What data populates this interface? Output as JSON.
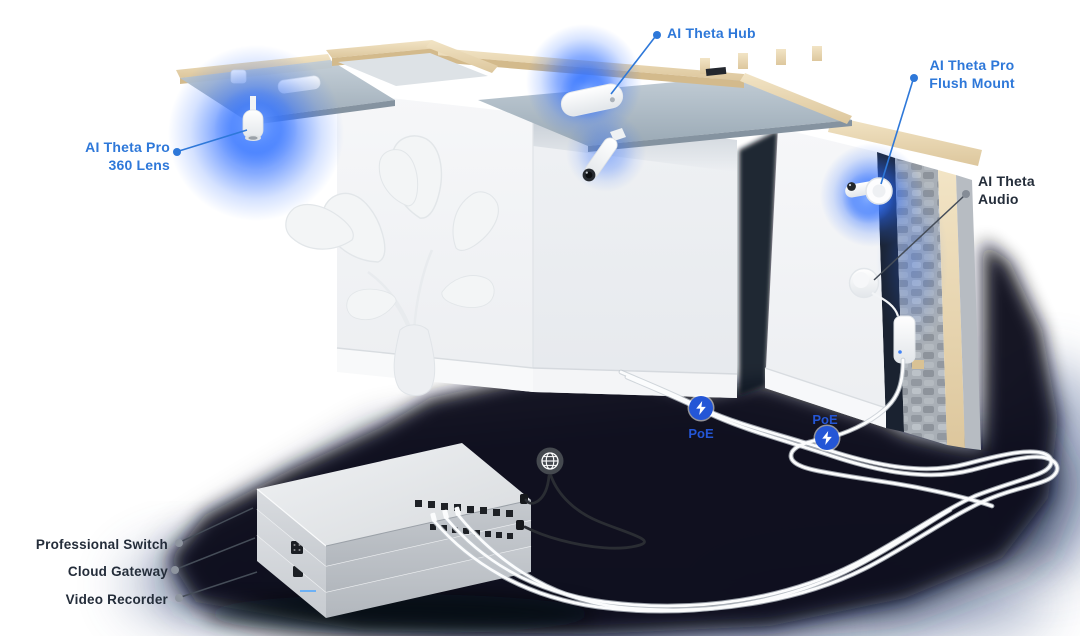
{
  "title": "AI Theta camera system installation diagram",
  "labels": {
    "hub": "AI Theta Hub",
    "flush": [
      "AI Theta Pro",
      "Flush Mount"
    ],
    "lens360": [
      "AI Theta Pro",
      "360 Lens"
    ],
    "audio": [
      "AI Theta",
      "Audio"
    ],
    "poe": "PoE",
    "switch": "Professional Switch",
    "gateway": "Cloud Gateway",
    "recorder": "Video Recorder"
  },
  "colors": {
    "label_blue": "#2e78d9",
    "label_dark": "#242d3a",
    "poe_badge_blue": "#2456d6",
    "glow_blue": "#2a6bff",
    "shadow_navy": "#0a101e",
    "cable_white": "#fbfcfd",
    "cable_black": "#2a2d33",
    "wood": "#e9d6ac",
    "device_silver": "#dfe2e5"
  },
  "icons": {
    "poe": "lightning-bolt-icon",
    "internet": "globe-icon"
  }
}
